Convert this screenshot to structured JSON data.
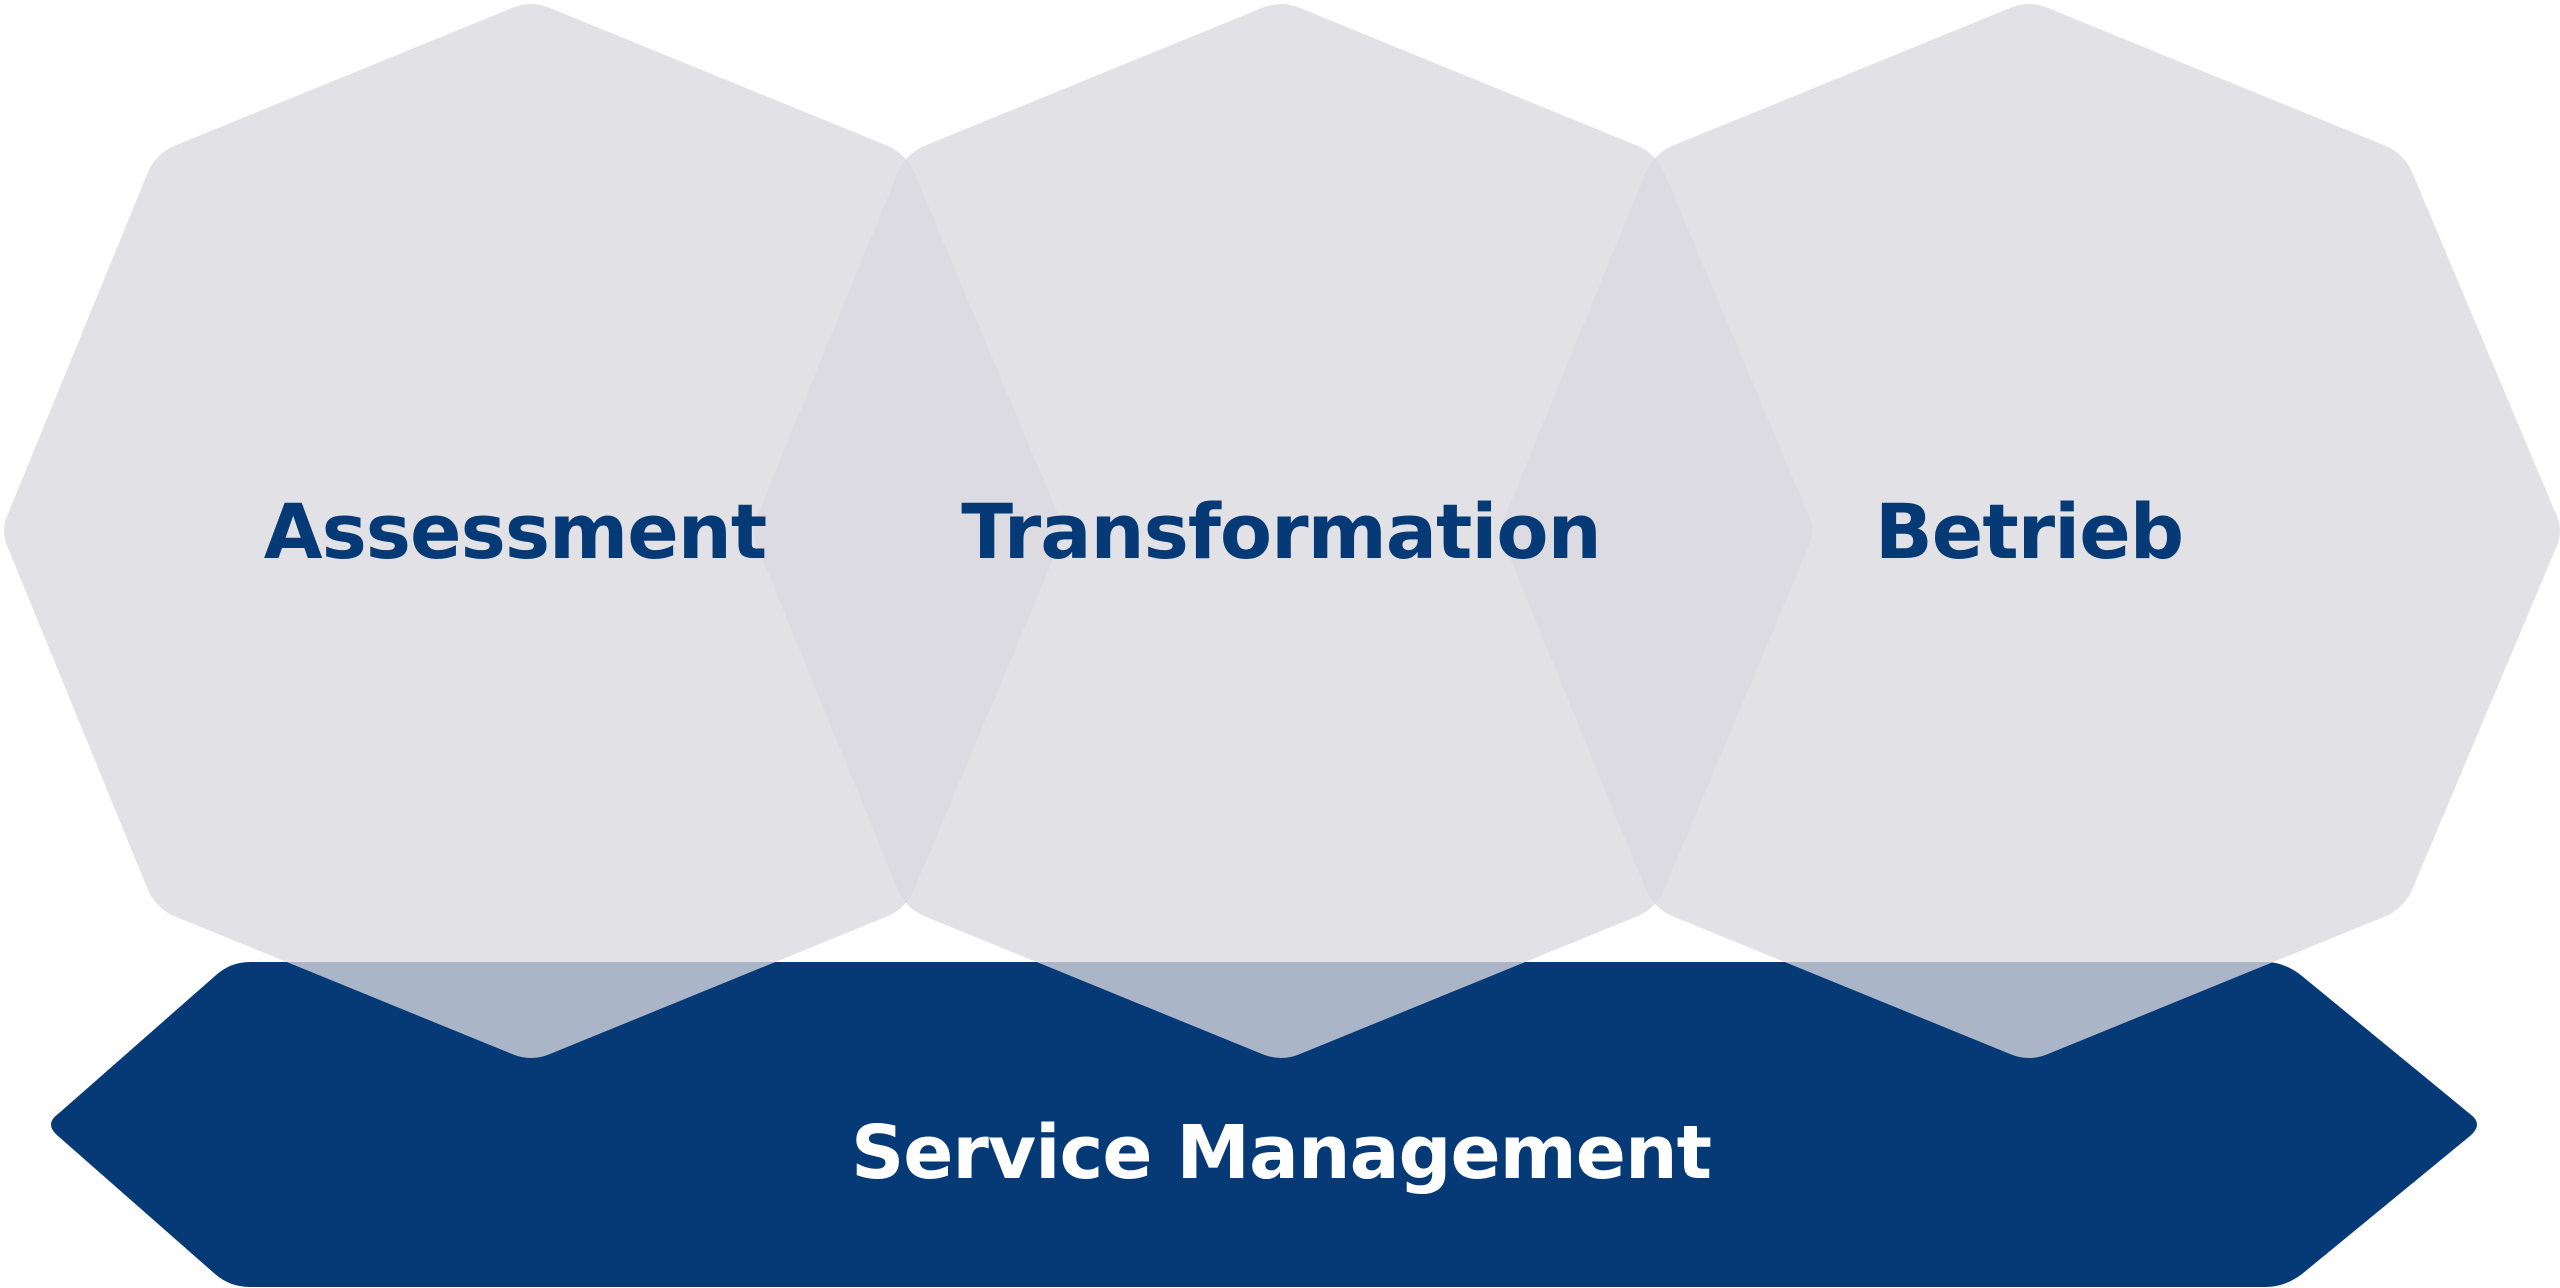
{
  "diagram": {
    "stages": [
      {
        "id": "assessment",
        "label": "Assessment"
      },
      {
        "id": "transformation",
        "label": "Transformation"
      },
      {
        "id": "betrieb",
        "label": "Betrieb"
      }
    ],
    "base": {
      "label": "Service Management"
    }
  },
  "colors": {
    "navy": "#053a77",
    "hexagon_fill": "#dad9df",
    "stage_text": "#053a77",
    "base_text": "#ffffff",
    "background": "#ffffff"
  }
}
